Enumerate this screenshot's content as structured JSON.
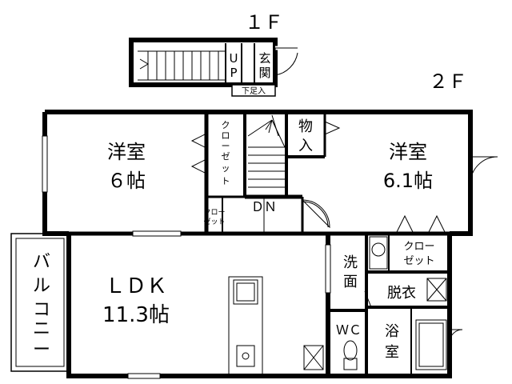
{
  "floors": {
    "first": "１Ｆ",
    "second": "２Ｆ"
  },
  "first_floor": {
    "stairs_label": [
      "U",
      "P"
    ],
    "entrance": [
      "玄",
      "関"
    ],
    "shoe_storage": "下足入"
  },
  "rooms": {
    "west_room": {
      "name": "洋室",
      "size": "６帖"
    },
    "east_room": {
      "name": "洋室",
      "size": "6.1帖"
    },
    "ldk": {
      "name": "ＬＤＫ",
      "size": "11.3帖"
    },
    "closet_west": [
      "ク",
      "ロ",
      "ー",
      "ゼ",
      "ッ",
      "ト"
    ],
    "closet_small": [
      "クロー",
      "ゼット"
    ],
    "storage": [
      "物",
      "入"
    ],
    "down_label": "ＤＮ",
    "closet_east": [
      "クロー",
      "ゼット"
    ],
    "washroom": [
      "洗",
      "面"
    ],
    "changing": "脱衣",
    "wc": "ＷＣ",
    "bath": [
      "浴",
      "室"
    ],
    "balcony": [
      "バ",
      "ル",
      "コ",
      "ニ",
      "ー"
    ]
  }
}
